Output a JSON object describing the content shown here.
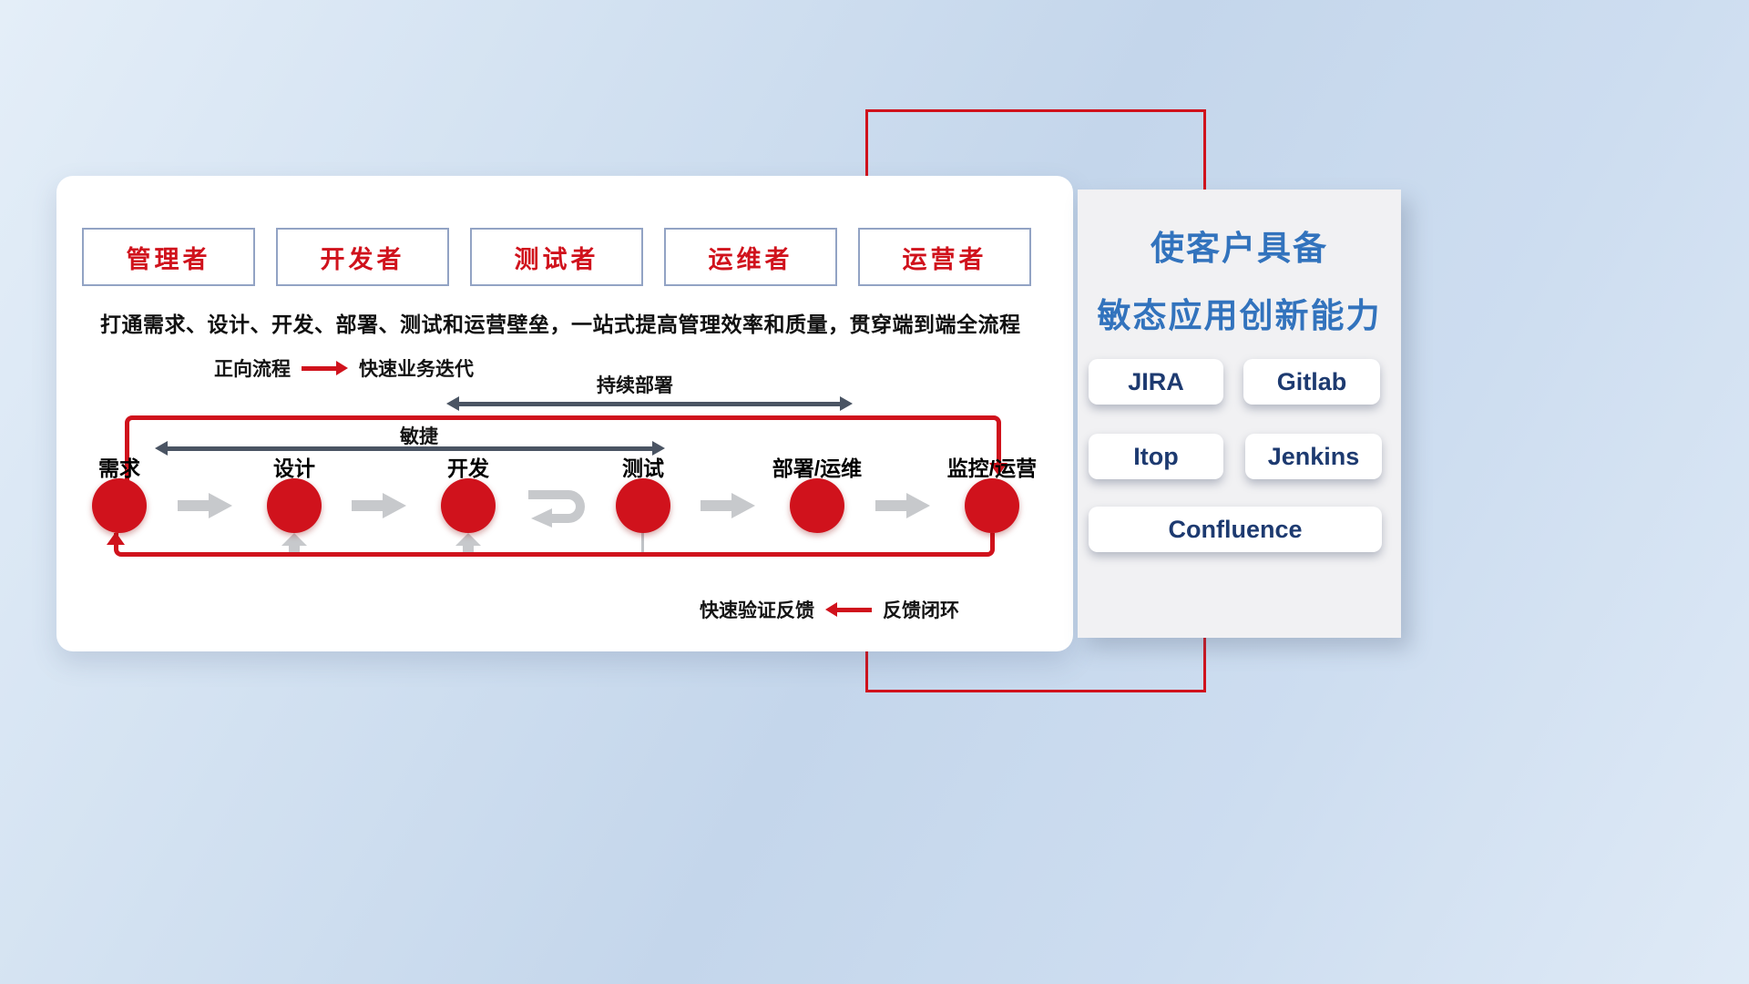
{
  "colors": {
    "red": "#d0121c",
    "dark-arrow": "#4a5463",
    "gray-arrow": "#c7c9cc",
    "blue-title": "#3273bd",
    "navy-tool": "#1d3a70",
    "role-border": "#92a3c4"
  },
  "card": {
    "roles": [
      "管理者",
      "开发者",
      "测试者",
      "运维者",
      "运营者"
    ],
    "subtitle": "打通需求、设计、开发、部署、测试和运营壁垒，一站式提高管理效率和质量，贯穿端到端全流程",
    "legend_forward": {
      "label": "正向流程",
      "value": "快速业务迭代"
    },
    "legend_feedback": {
      "label": "快速验证反馈",
      "value": "反馈闭环"
    }
  },
  "flow": {
    "agile_label": "敏捷",
    "cd_label": "持续部署",
    "stages": [
      "需求",
      "设计",
      "开发",
      "测试",
      "部署/运维",
      "监控/运营"
    ]
  },
  "panel": {
    "title_line1": "使客户具备",
    "title_line2": "敏态应用创新能力",
    "tools": [
      "JIRA",
      "Gitlab",
      "Itop",
      "Jenkins",
      "Confluence"
    ]
  }
}
